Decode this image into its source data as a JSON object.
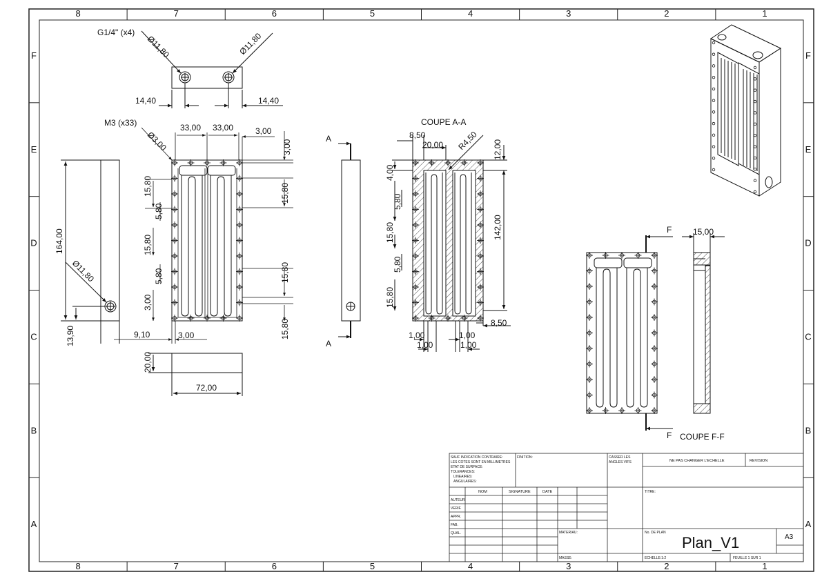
{
  "zones": {
    "columns": [
      "8",
      "7",
      "6",
      "5",
      "4",
      "3",
      "2",
      "1"
    ],
    "rows": [
      "F",
      "E",
      "D",
      "C",
      "B",
      "A"
    ]
  },
  "labels": {
    "fitting": "G1/4\" (x4)",
    "dia_fitting_left": "Ø11,80",
    "dia_fitting_right": "Ø11,80",
    "dim_top_left": "14,40",
    "dim_top_right": "14,40",
    "screws": "M3 (x33)",
    "dia_screw": "Ø3,00",
    "dim_33_a": "33,00",
    "dim_33_b": "33,00",
    "dim_3_top": "3,00",
    "dim_3_vert": "3,00",
    "dim_1580_l1": "15,80",
    "dim_580_l": "5,80",
    "dim_1580_l2": "15,80",
    "dim_580_l2": "5,80",
    "dim_1580_r1": "15,80",
    "dim_1580_r2": "15,80",
    "dim_1580_r3": "15,80",
    "dim_300_low": "3,00",
    "dim_164": "164,00",
    "dia_side": "Ø11,80",
    "dim_1390": "13,90",
    "dim_910": "9,10",
    "dim_300_bottom": "3,00",
    "dim_2000": "20,00",
    "dim_7200": "72,00",
    "section_a_mark": "A",
    "section_a_title": "COUPE A-A",
    "dim_850_top": "8,50",
    "dim_2000_top": "20,00",
    "dim_r450": "R4,50",
    "dim_1200": "12,00",
    "dim_400": "4,00",
    "dim_580_s": "5,80",
    "dim_1580_s1": "15,80",
    "dim_580_s2": "5,80",
    "dim_1580_s2": "15,80",
    "dim_14200": "142,00",
    "dim_850_bot": "8,50",
    "dim_100_a": "1,00",
    "dim_100_b": "1,00",
    "dim_100_c": "1,00",
    "dim_100_d": "1,00",
    "section_f_mark": "F",
    "section_f_title": "COUPE F-F",
    "dim_1500": "15,00"
  },
  "title_block": {
    "notes": [
      "SAUF INDICATION CONTRAIRE:",
      "LES COTES SONT EN MILLIMETRES",
      "ETAT DE SURFACE:",
      "TOLERANCES:",
      "   LINEAIRES:",
      "   ANGULAIRES:"
    ],
    "finish_label": "FINITION:",
    "break_edges": [
      "CASSER LES",
      "ANGLES VIFS"
    ],
    "no_scale": "NE PAS CHANGER L'ECHELLE",
    "revision": "REVISION",
    "col_name": "NOM",
    "col_signature": "SIGNATURE",
    "col_date": "DATE",
    "rows": [
      "AUTEUR",
      "VERIF.",
      "APPR.",
      "FAB.",
      "QUAL."
    ],
    "title_label": "TITRE:",
    "material_label": "MATERIAU:",
    "drawing_no_label": "No. DE PLAN",
    "drawing_no": "Plan_V1",
    "size": "A3",
    "mass_label": "MASSE:",
    "scale": "ECHELLE:1:2",
    "sheet": "FEUILLE 1 SUR 1"
  }
}
